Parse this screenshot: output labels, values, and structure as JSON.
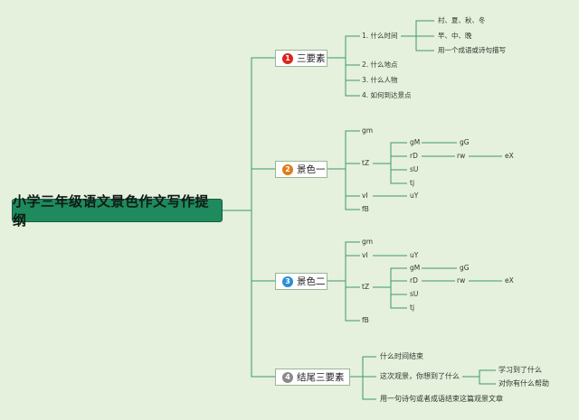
{
  "root": {
    "title": "小学三年级语文景色作文写作提纲"
  },
  "colors": {
    "badge1": "#d9261c",
    "badge2": "#e07b1a",
    "badge3": "#2b8fd6",
    "badge4": "#8a8a8a",
    "line": "#3c9a6b"
  },
  "branches": [
    {
      "num": "1",
      "label": "三要素"
    },
    {
      "num": "2",
      "label": "景色一"
    },
    {
      "num": "3",
      "label": "景色二"
    },
    {
      "num": "4",
      "label": "结尾三要素"
    }
  ],
  "b1": {
    "what_time": "1. 什么时间",
    "time_sub": [
      "村、夏、秋、冬",
      "早、中、晚",
      "用一个成语或诗句描写"
    ],
    "where": "2. 什么地点",
    "who": "3. 什么人物",
    "how": "4. 如何到达景点"
  },
  "b2": {
    "gm": "gm",
    "tZ": "tZ",
    "vI": "vI",
    "uY": "uY",
    "fB": "fB",
    "gM": "gM",
    "gG": "gG",
    "rD": "rD",
    "rw": "rw",
    "eX": "eX",
    "sU": "sU",
    "tj": "tj"
  },
  "b3": {
    "gm": "gm",
    "vI": "vI",
    "uY": "uY",
    "tZ": "tZ",
    "fB": "fB",
    "gM": "gM",
    "gG": "gG",
    "rD": "rD",
    "rw": "rw",
    "eX": "eX",
    "sU": "sU",
    "tj": "tj"
  },
  "b4": {
    "end_time": "什么时间结束",
    "thought": "这次观景，你想到了什么",
    "thought_sub": [
      "学习到了什么",
      "对你有什么帮助"
    ],
    "closing": "用一句诗句或者成语结束这篇观景文章"
  }
}
